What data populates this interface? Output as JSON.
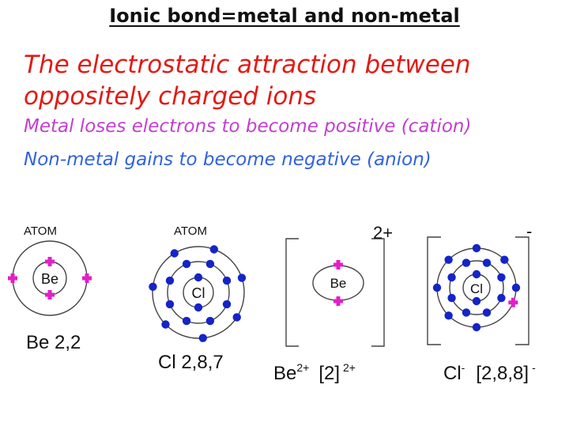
{
  "title": "Ionic bond=metal and non-metal",
  "definition_line1": "The electrostatic attraction between",
  "definition_line2": "oppositely charged ions",
  "metal_line": "Metal loses electrons to become positive (cation)",
  "nonmetal_line": "Non-metal gains to become negative (anion)",
  "colors": {
    "title": "#111111",
    "definition": "#e11b14",
    "metal": "#c23fcf",
    "nonmetal": "#2f62e0",
    "electron_be": "#e020c8",
    "electron_cl": "#1424c8"
  },
  "be_atom": {
    "header": "ATOM",
    "symbol": "Be",
    "config": "Be 2,2"
  },
  "cl_atom": {
    "header": "ATOM",
    "symbol": "Cl",
    "config": "Cl 2,8,7"
  },
  "be_ion": {
    "symbol": "Be",
    "charge": "2+",
    "label_base": "Be",
    "label_sup": "2+",
    "label_config": "[2]",
    "label_config_sup": "2+"
  },
  "cl_ion": {
    "symbol": "Cl",
    "charge": "-",
    "label_base": "Cl",
    "label_sup": "-",
    "label_config": "[2,8,8]",
    "label_config_sup": "-"
  }
}
